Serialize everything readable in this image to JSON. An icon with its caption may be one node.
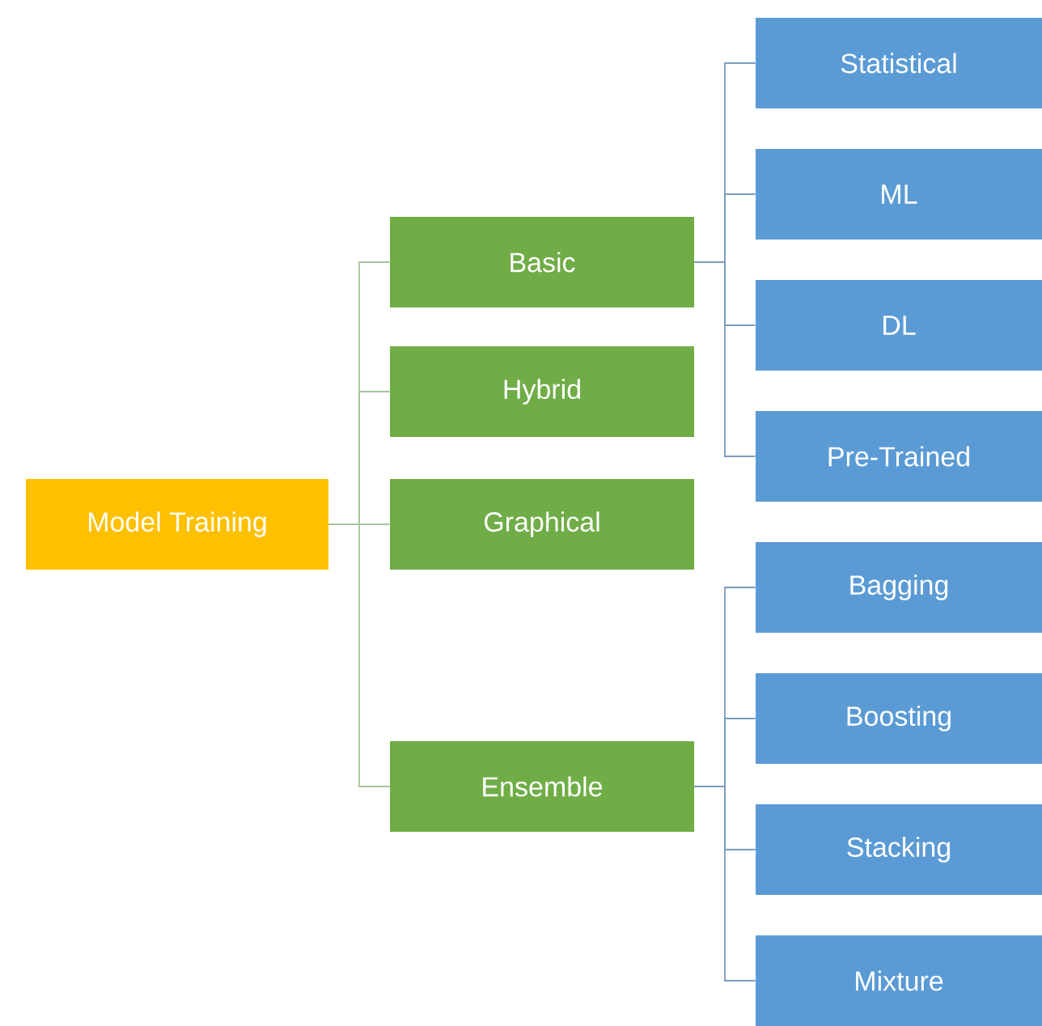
{
  "diagram": {
    "nodes": [
      {
        "text": [
          "Model Training"
        ]
      },
      {
        "text": [
          "Basic"
        ]
      },
      {
        "text": [
          "Hybrid"
        ]
      },
      {
        "text": [
          "Graphical"
        ]
      },
      {
        "text": [
          "Ensemble"
        ]
      },
      {
        "text": [
          "Statistical"
        ]
      },
      {
        "text": [
          "ML"
        ]
      },
      {
        "text": [
          "DL"
        ]
      },
      {
        "text": [
          "Pre-Trained"
        ]
      },
      {
        "text": [
          "Bagging"
        ]
      },
      {
        "text": [
          "Boosting"
        ]
      },
      {
        "text": [
          "Stacking"
        ]
      },
      {
        "text": [
          "Mixture"
        ]
      }
    ],
    "edges": [
      {
        "from": 0,
        "to": 1,
        "arrow": "none",
        "color": "#a9c49a"
      },
      {
        "from": 0,
        "to": 2,
        "arrow": "none",
        "color": "#a9c49a"
      },
      {
        "from": 0,
        "to": 3,
        "arrow": "none",
        "color": "#a9c49a"
      },
      {
        "from": 0,
        "to": 4,
        "arrow": "none",
        "color": "#a9c49a"
      },
      {
        "from": 1,
        "to": 5,
        "arrow": "none"
      },
      {
        "from": 1,
        "to": 6,
        "arrow": "none"
      },
      {
        "from": 1,
        "to": 7,
        "arrow": "none"
      },
      {
        "from": 1,
        "to": 8,
        "arrow": "none"
      },
      {
        "from": 4,
        "to": 9,
        "arrow": "none"
      },
      {
        "from": 4,
        "to": 10,
        "arrow": "none"
      },
      {
        "from": 4,
        "to": 11,
        "arrow": "none"
      },
      {
        "from": 4,
        "to": 12,
        "arrow": "none"
      }
    ]
  }
}
